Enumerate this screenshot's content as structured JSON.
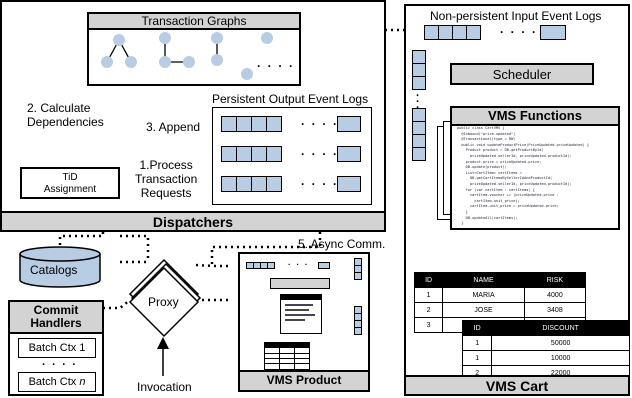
{
  "dispatchers": {
    "title": "Dispatchers",
    "transaction_graphs": "Transaction Graphs",
    "graph_ellipsis": ". . . .",
    "step_calculate": "2. Calculate\nDependencies",
    "step_append": "3. Append",
    "step_process": "1.Process\nTransaction\nRequests",
    "tid_assignment": "TiD\nAssignment",
    "persistent_logs_title": "Persistent Output Event Logs"
  },
  "left": {
    "catalogs": "Catalogs",
    "commit_handlers_title": "Commit\nHandlers",
    "batch_ctx_1": "Batch Ctx 1",
    "batch_dots": ". . . .",
    "batch_ctx_n_prefix": "Batch Ctx ",
    "batch_ctx_n_var": "n",
    "proxy": "Proxy",
    "invocation": "Invocation"
  },
  "product": {
    "title": "VMS Product",
    "async_comm": "5. Async Comm."
  },
  "cart": {
    "title": "VMS Cart",
    "nonpersistent_logs": "Non-persistent Input Event Logs",
    "scheduler": "Scheduler",
    "functions_title": "VMS Functions",
    "code": "public class CartVMS {\n  @Inbound(\"price-updated\")\n  @Transactional(type = RW)\n  public void updateProductPrice(PriceUpdated priceUpdated) {\n    Product product = DB.getProductById(\n      priceUpdated.sellerId, priceUpdated.productId);\n    product.price = priceUpdated.price;\n    DB.update(product);\n    List<CartItem> cartItems =\n      DB.getCartItemsBySellerIdAndProductId(\n      priceUpdated.sellerId, priceUpdated.productId);\n    for (var cartItem : cartItems) {\n      cartItem.voucher += (priceUpdated.price -\n        cartItem.unit_price);\n      cartItem.unit_price = priceUpdated.price;\n    }\n    DB.updateAll(cartItems);\n  }"
  },
  "tables": {
    "main_headers": [
      "ID",
      "NAME",
      "RISK"
    ],
    "main_rows": [
      [
        "1",
        "MARIA",
        "4000"
      ],
      [
        "2",
        "JOSE",
        "3408"
      ],
      [
        "3",
        "",
        ""
      ]
    ],
    "sub_headers": [
      "ID",
      "DISCOUNT"
    ],
    "sub_rows": [
      [
        "1",
        "50000"
      ],
      [
        "1",
        "10000"
      ],
      [
        "2",
        "22000"
      ]
    ]
  },
  "colors": {
    "cell_fill": "#b8cce4",
    "node_fill": "#b8cce4",
    "bar_gray": "#d3d3d3",
    "link_red": "#e00000"
  }
}
